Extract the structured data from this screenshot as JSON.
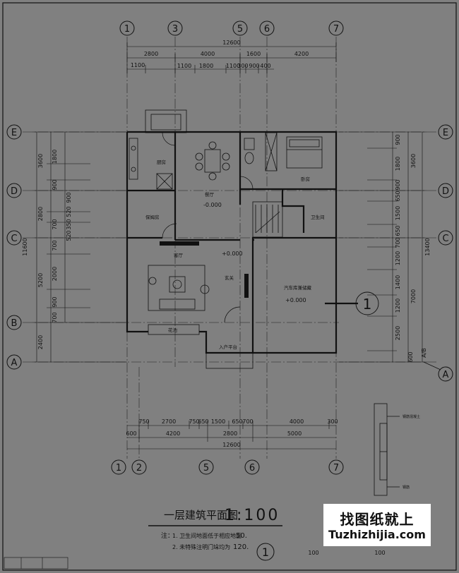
{
  "grid_top": [
    "1",
    "3",
    "5",
    "6",
    "7"
  ],
  "grid_bottom": [
    "1",
    "2",
    "5",
    "6",
    "7"
  ],
  "grid_left": [
    "E",
    "D",
    "C",
    "B",
    "A"
  ],
  "grid_right": [
    "E",
    "D",
    "C",
    "A",
    "A/B"
  ],
  "dims_top": {
    "total": "12600",
    "row1": [
      "2800",
      "4000",
      "1600",
      "4200"
    ],
    "row2": [
      "1100",
      "1100",
      "1800",
      "1100",
      "300",
      "900",
      "400"
    ]
  },
  "dims_bottom": {
    "row1": [
      "750",
      "2700",
      "750",
      "650",
      "1500",
      "650",
      "700",
      "4000",
      "300"
    ],
    "row2": [
      "600",
      "4200",
      "2800",
      "5000"
    ],
    "total": "12600"
  },
  "dims_left": {
    "col1": [
      "3600",
      "2800",
      "5200",
      "2400"
    ],
    "col2": [
      "1800",
      "900",
      "700",
      "700",
      "2000",
      "900",
      "700"
    ],
    "col3": [
      "900",
      "520",
      "350",
      "520"
    ],
    "total": "11600"
  },
  "dims_right": {
    "col1": [
      "900",
      "1800",
      "900",
      "650",
      "1500",
      "650",
      "700",
      "1200",
      "1400",
      "1200",
      "2500",
      "600"
    ],
    "col2": [
      "3600",
      "7000"
    ],
    "total": "13400"
  },
  "rooms": {
    "kitchen": "厨房",
    "dining": "餐厅",
    "bedroom": "卧房",
    "bathroom": "卫生间",
    "storage": "保姆房",
    "living": "客厅",
    "foyer": "玄关",
    "garage": "汽车库兼储藏",
    "entry_platform": "入户平台",
    "planter": "花池"
  },
  "levels": {
    "dining": "-0.000",
    "living": "+0.000",
    "garage": "+0.000"
  },
  "section_marker": "1",
  "title": {
    "name": "一层建筑平面图",
    "scale": "1:100"
  },
  "notes": {
    "label": "注：",
    "line1": "1. 卫生间地面低于相应地面",
    "line1_value": "50.",
    "line2": "2. 未特殊注明门垛均为",
    "line2_value": "120."
  },
  "bottom_marker": "1",
  "bottom_dims": [
    "100",
    "100"
  ],
  "detail_labels": {
    "top": "钢筋混凝土",
    "bottom": "钢筋"
  },
  "watermark": {
    "cn": "找图纸就上",
    "en": "Tuzhizhijia.com"
  }
}
